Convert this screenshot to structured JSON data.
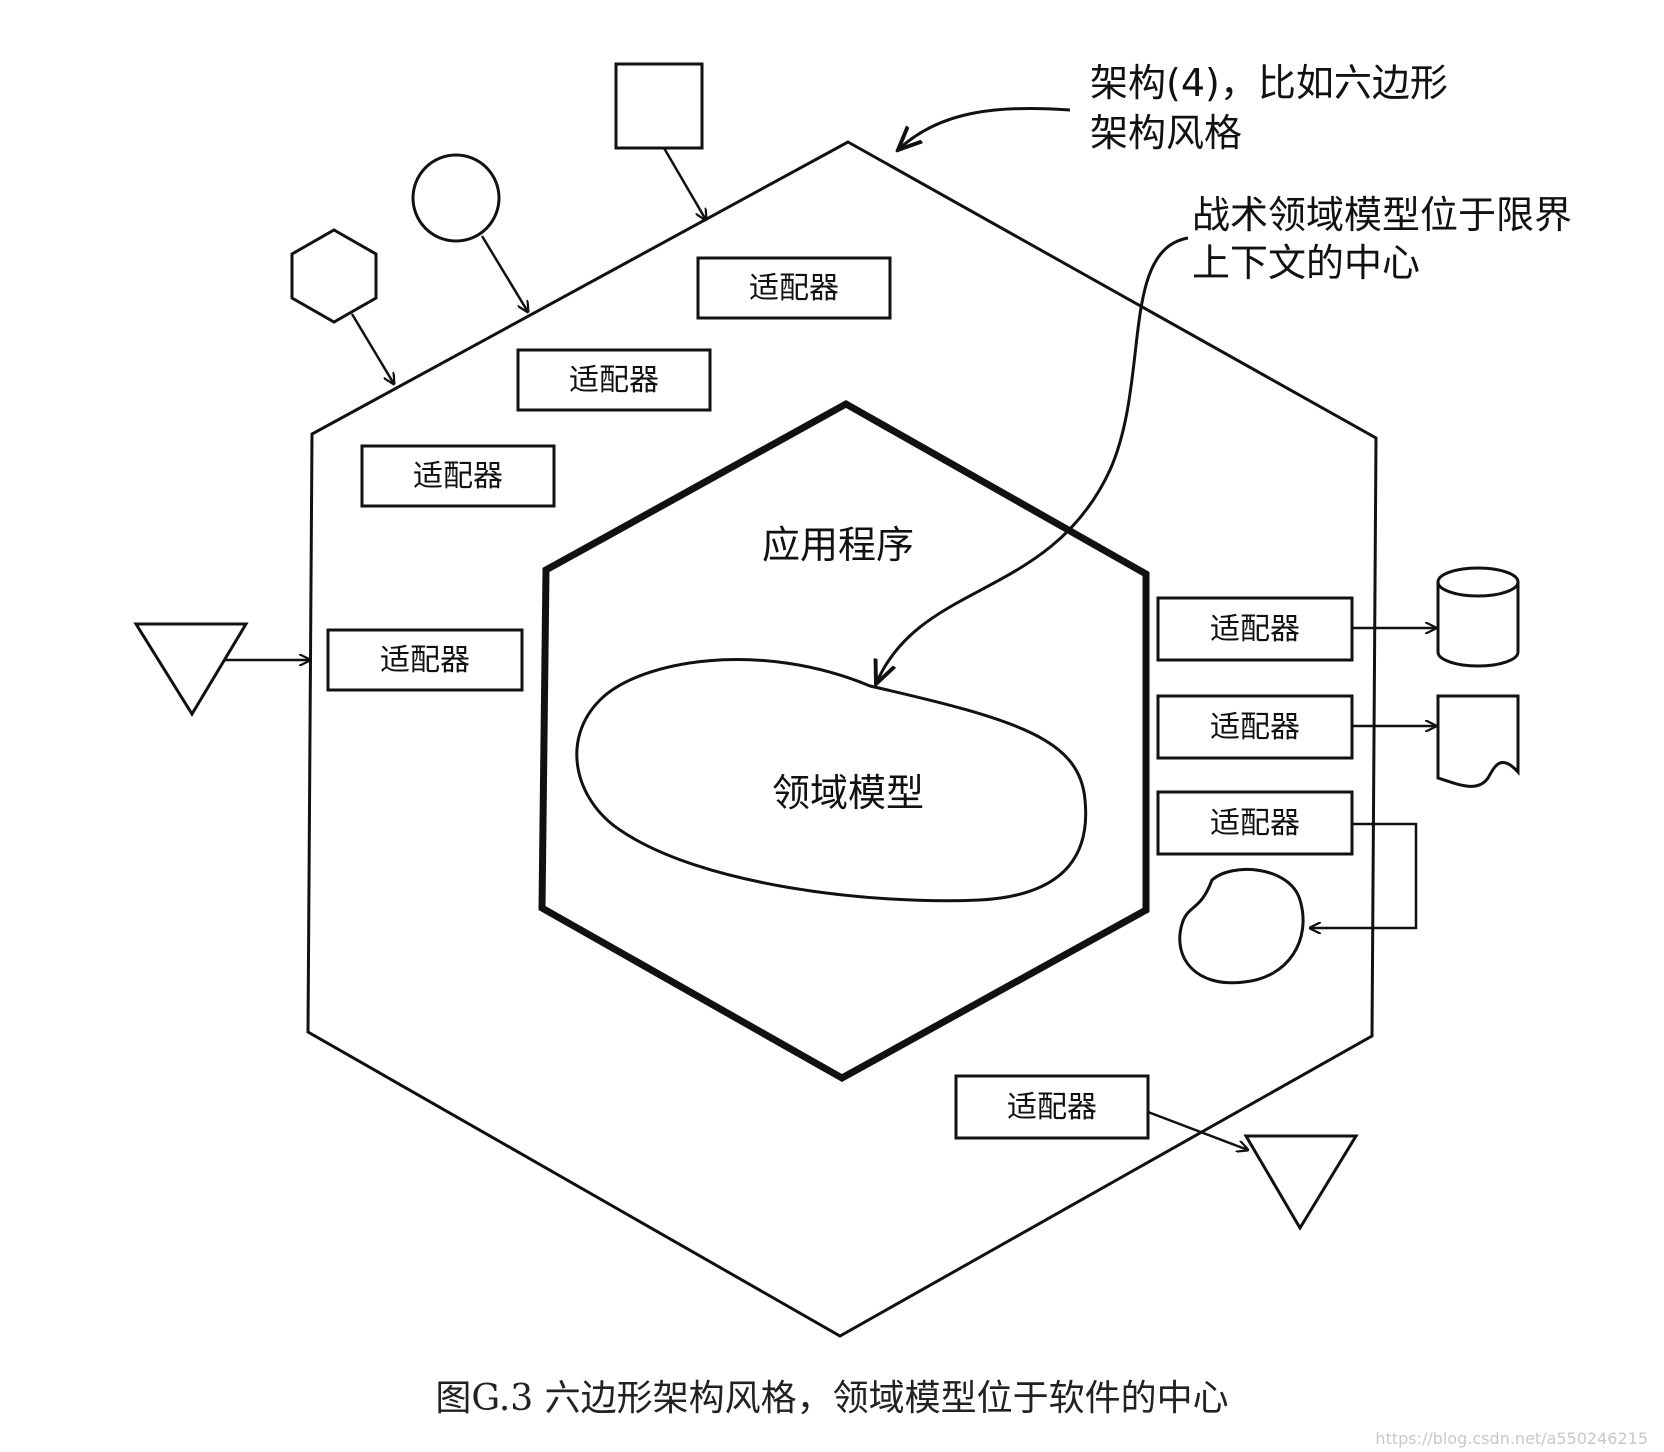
{
  "diagram": {
    "outer_label_lines": [
      "架构(4)，比如六边形",
      "架构风格"
    ],
    "domain_note_lines": [
      "战术领域模型位于限界",
      "上下文的中心"
    ],
    "application_label": "应用程序",
    "domain_model_label": "领域模型",
    "adapters": [
      "适配器",
      "适配器",
      "适配器",
      "适配器",
      "适配器",
      "适配器",
      "适配器",
      "适配器"
    ]
  },
  "caption": "图G.3  六边形架构风格，领域模型位于软件的中心",
  "watermark": "https://blog.csdn.net/a550246215"
}
